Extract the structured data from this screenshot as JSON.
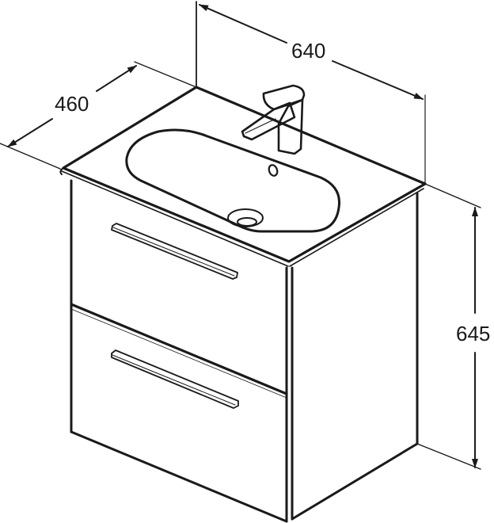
{
  "figure": {
    "type": "technical dimension drawing",
    "subject": "Wall-hung vanity unit with 2 drawers and integrated washbasin with mixer tap",
    "units": "mm",
    "stroke_color": "#1a1a1a",
    "background_color": "#ffffff"
  },
  "dimensions": {
    "width": {
      "label": "640",
      "value": 640
    },
    "depth": {
      "label": "460",
      "value": 460
    },
    "height": {
      "label": "645",
      "value": 645
    }
  },
  "components": {
    "basin": "integrated washbasin with overflow and drain",
    "tap": "single-lever basin mixer",
    "drawers": [
      "upper drawer with bar handle",
      "lower drawer with bar handle"
    ]
  }
}
